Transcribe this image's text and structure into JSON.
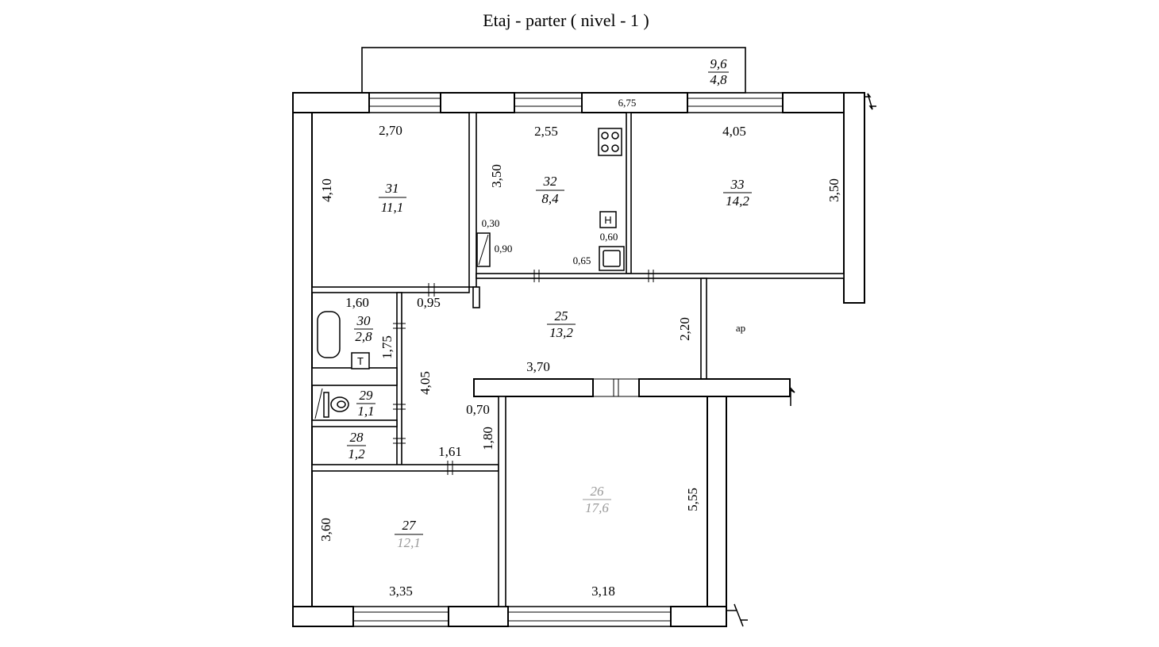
{
  "title": "Etaj - parter  ( nivel - 1 )",
  "balcony": {
    "top": "9,6",
    "bottom": "4,8"
  },
  "top_window_dim": "6,75",
  "rooms": {
    "r31": {
      "number": "31",
      "area": "11,1",
      "dim_horizontal": "2,70",
      "dim_vertical": "4,10"
    },
    "r32": {
      "number": "32",
      "area": "8,4",
      "dim_horizontal": "2,55",
      "dim_vertical": "3,50",
      "shaft_dim_a": "0,30",
      "shaft_dim_b": "0,90",
      "counter_dim": "0,60",
      "sink_dim": "0,65"
    },
    "r33": {
      "number": "33",
      "area": "14,2",
      "dim_horizontal": "4,05",
      "dim_vertical": "3,50"
    },
    "r25": {
      "number": "25",
      "area": "13,2",
      "door_dim": "0,95",
      "dim_horizontal": "3,70",
      "dim_vertical": "2,20",
      "corridor_length": "4,05",
      "passage_dim": "0,70",
      "passage_length": "1,80",
      "passage_span": "1,61"
    },
    "r30": {
      "number": "30",
      "area": "2,8",
      "dim_horizontal": "1,60",
      "dim_vertical": "1,75"
    },
    "r29": {
      "number": "29",
      "area": "1,1"
    },
    "r28": {
      "number": "28",
      "area": "1,2"
    },
    "r27": {
      "number": "27",
      "area": "12,1",
      "dim_horizontal": "3,35",
      "dim_vertical": "3,60"
    },
    "r26": {
      "number": "26",
      "area": "17,6",
      "dim_horizontal": "3,18",
      "dim_vertical": "5,55"
    }
  },
  "labels": {
    "apartment": "ap",
    "meter_symbol": "H",
    "boiler_symbol": "T"
  },
  "colors": {
    "line": "#000000",
    "faded_text": "#9a9a9a",
    "background": "#ffffff"
  }
}
